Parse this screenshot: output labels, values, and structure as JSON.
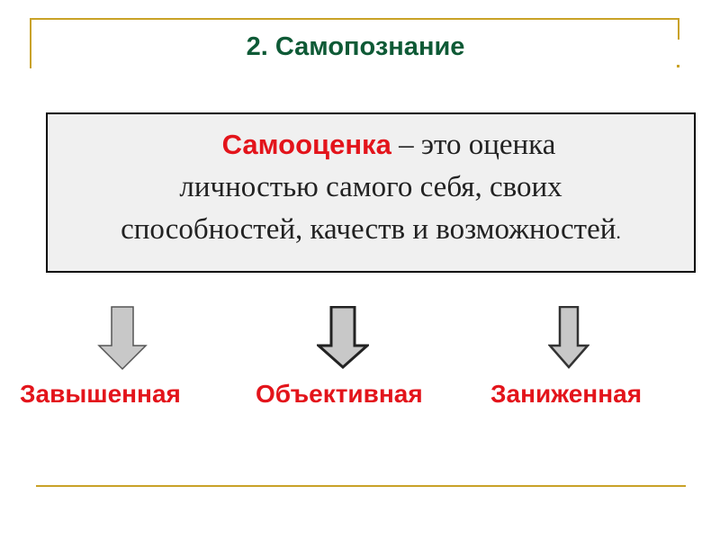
{
  "slide": {
    "title": "2. Самопознание",
    "definition": {
      "term": "Самооценка",
      "line1_rest": " – это оценка",
      "line2": "личностью самого себя, своих",
      "line3": "способностей, качеств и возможностей",
      "line3_end": "."
    },
    "categories": [
      {
        "label": "Завышенная",
        "arrow_icon": "down-arrow-icon"
      },
      {
        "label": "Объективная",
        "arrow_icon": "down-arrow-icon"
      },
      {
        "label": "Заниженная",
        "arrow_icon": "down-arrow-icon"
      }
    ]
  },
  "colors": {
    "title": "#0e5a36",
    "accent_red": "#e3141b",
    "frame_gold": "#c9a227",
    "box_fill": "#f0f0f0",
    "arrow_fill": "#c8c8c8"
  }
}
